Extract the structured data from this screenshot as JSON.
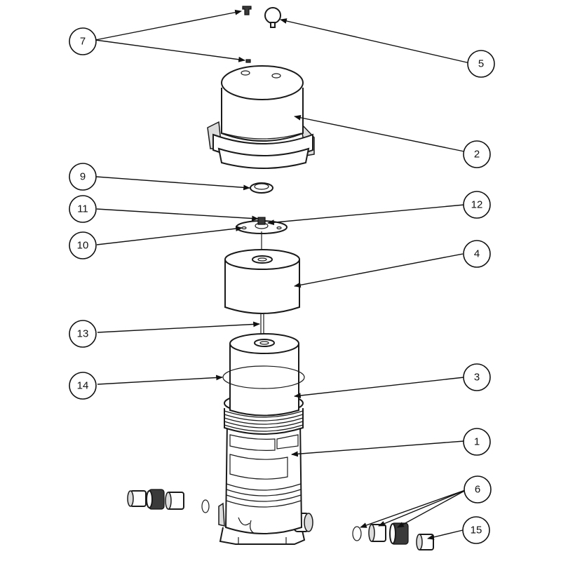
{
  "colors": {
    "line": "#1a1a1a",
    "background": "#ffffff",
    "shade": "#dcdcdc"
  },
  "callouts": [
    {
      "id": "c7",
      "label": "7"
    },
    {
      "id": "c5",
      "label": "5"
    },
    {
      "id": "c2",
      "label": "2"
    },
    {
      "id": "c9",
      "label": "9"
    },
    {
      "id": "c11",
      "label": "11"
    },
    {
      "id": "c12",
      "label": "12"
    },
    {
      "id": "c10",
      "label": "10"
    },
    {
      "id": "c4",
      "label": "4"
    },
    {
      "id": "c13",
      "label": "13"
    },
    {
      "id": "c14",
      "label": "14"
    },
    {
      "id": "c3",
      "label": "3"
    },
    {
      "id": "c1",
      "label": "1"
    },
    {
      "id": "c6",
      "label": "6"
    },
    {
      "id": "c15",
      "label": "15"
    }
  ]
}
